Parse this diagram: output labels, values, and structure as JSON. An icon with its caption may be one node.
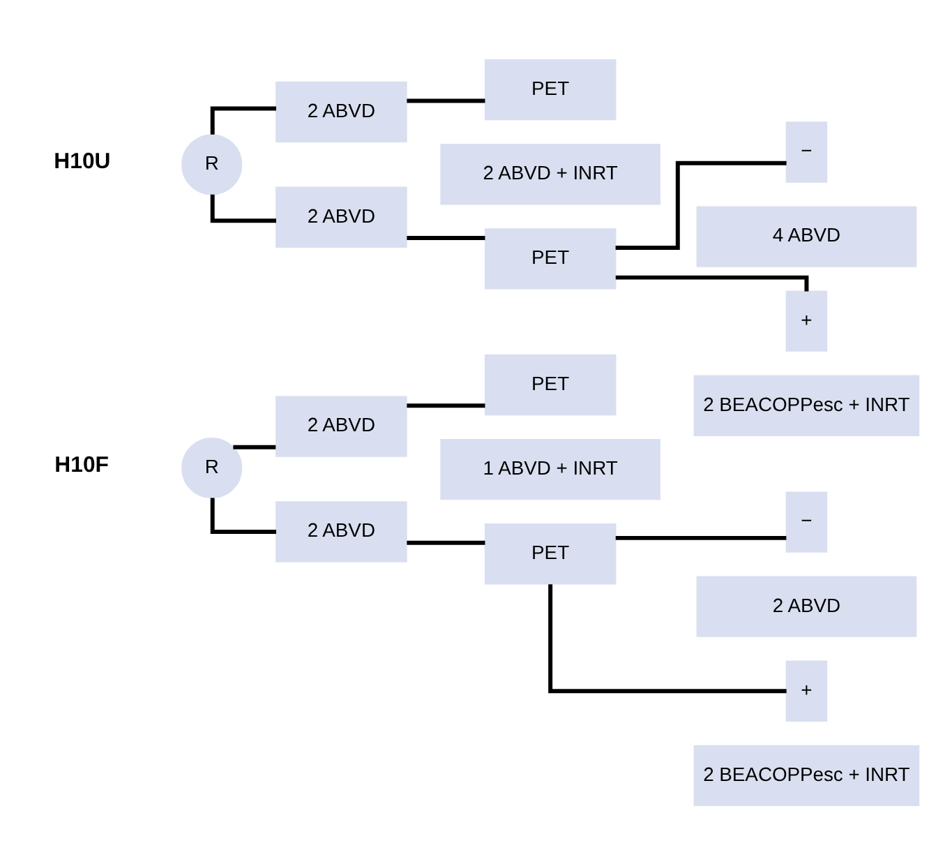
{
  "diagram": {
    "nodes": [
      {
        "text": [
          "R"
        ]
      },
      {
        "text": [
          "2 ABVD"
        ]
      },
      {
        "text": [
          "PET"
        ]
      },
      {
        "text": [
          "1 ABVD + INRT"
        ]
      },
      {
        "text": [
          "2 ABVD"
        ]
      },
      {
        "text": [
          "PET"
        ]
      },
      {
        "text": [
          "−"
        ]
      },
      {
        "text": [
          "2 ABVD"
        ]
      },
      {
        "text": [
          "+"
        ]
      },
      {
        "text": [
          "2 BEACOPPesc + INRT"
        ]
      },
      {
        "text": [
          "R"
        ]
      },
      {
        "text": [
          "2 ABVD"
        ]
      },
      {
        "text": [
          "PET"
        ]
      },
      {
        "text": [
          "2 ABVD + INRT"
        ]
      },
      {
        "text": [
          "2 ABVD"
        ]
      },
      {
        "text": [
          "PET"
        ]
      },
      {
        "text": [
          "−"
        ]
      },
      {
        "text": [
          "4 ABVD"
        ]
      },
      {
        "text": [
          "+"
        ]
      },
      {
        "text": [
          "2 BEACOPPesc + INRT"
        ]
      }
    ],
    "edges": [
      {
        "from": 0,
        "to": 1,
        "arrow": "none"
      },
      {
        "from": 0,
        "to": 4,
        "arrow": "none"
      },
      {
        "from": 1,
        "to": 2,
        "arrow": "none"
      },
      {
        "from": 4,
        "to": 5,
        "arrow": "none"
      },
      {
        "from": 5,
        "to": 6,
        "arrow": "none"
      },
      {
        "from": 5,
        "to": 8,
        "arrow": "none"
      },
      {
        "from": 10,
        "to": 11,
        "arrow": "none"
      },
      {
        "from": 10,
        "to": 14,
        "arrow": "none"
      },
      {
        "from": 11,
        "to": 12,
        "arrow": "none"
      },
      {
        "from": 14,
        "to": 15,
        "arrow": "none"
      },
      {
        "from": 15,
        "to": 16,
        "arrow": "none"
      },
      {
        "from": 15,
        "to": 18,
        "arrow": "none"
      }
    ],
    "labels": [
      "H10F",
      "H10U"
    ]
  }
}
